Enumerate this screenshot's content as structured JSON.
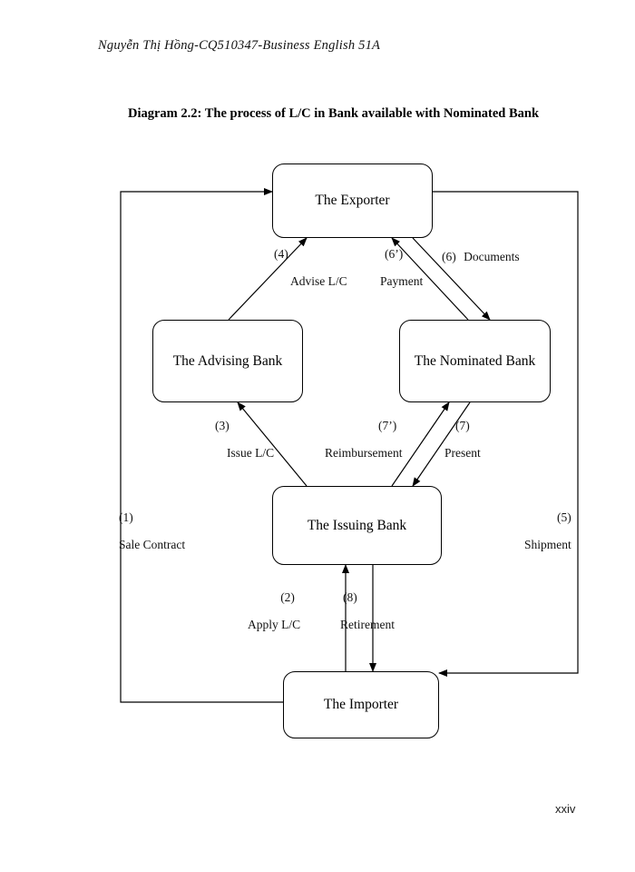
{
  "document": {
    "header": "Nguyễn Thị Hồng-CQ510347-Business English 51A",
    "diagram_title": "Diagram 2.2: The process of L/C in Bank available with Nominated Bank",
    "page_number": "xxiv"
  },
  "nodes": {
    "exporter": "The Exporter",
    "advising_bank": "The Advising Bank",
    "nominated_bank": "The Nominated Bank",
    "issuing_bank": "The Issuing Bank",
    "importer": "The Importer"
  },
  "edges": [
    {
      "id": "sale-contract",
      "num": "(1)",
      "text": "Sale Contract",
      "from": "The Importer",
      "to": "The Exporter"
    },
    {
      "id": "apply-lc",
      "num": "(2)",
      "text": "Apply L/C",
      "from": "The Importer",
      "to": "The Issuing Bank"
    },
    {
      "id": "issue-lc",
      "num": "(3)",
      "text": "Issue L/C",
      "from": "The Issuing Bank",
      "to": "The Advising Bank"
    },
    {
      "id": "advise-lc",
      "num": "(4)",
      "text": "Advise L/C",
      "from": "The Advising Bank",
      "to": "The Exporter"
    },
    {
      "id": "shipment",
      "num": "(5)",
      "text": "Shipment",
      "from": "The Exporter",
      "to": "The Importer"
    },
    {
      "id": "documents",
      "num": "(6)",
      "text": "Documents",
      "from": "The Exporter",
      "to": "The Nominated Bank"
    },
    {
      "id": "payment",
      "num": "(6’)",
      "text": "Payment",
      "from": "The Nominated Bank",
      "to": "The Exporter"
    },
    {
      "id": "present",
      "num": "(7)",
      "text": "Present",
      "from": "The Nominated Bank",
      "to": "The Issuing Bank"
    },
    {
      "id": "reimbursement",
      "num": "(7’)",
      "text": "Reimbursement",
      "from": "The Issuing Bank",
      "to": "The Nominated Bank"
    },
    {
      "id": "retirement",
      "num": "(8)",
      "text": "Retirement",
      "from": "The Issuing Bank",
      "to": "The Importer"
    }
  ],
  "colors": {
    "line": "#000000",
    "background": "#ffffff",
    "text": "#000000"
  }
}
